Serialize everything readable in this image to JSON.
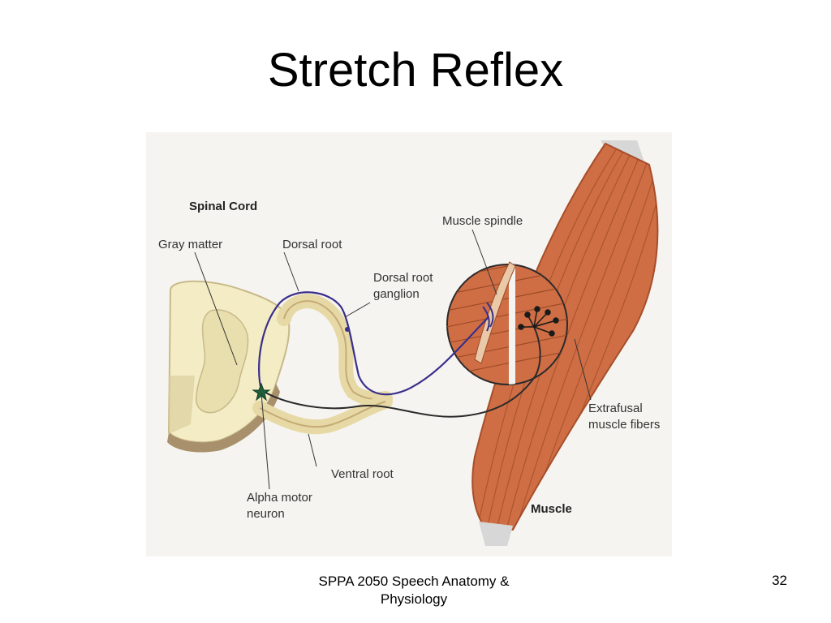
{
  "slide": {
    "title": "Stretch Reflex",
    "footer_line1": "SPPA 2050 Speech Anatomy &",
    "footer_line2": "Physiology",
    "page_number": "32"
  },
  "diagram": {
    "labels": {
      "spinal_cord": "Spinal Cord",
      "gray_matter": "Gray matter",
      "dorsal_root": "Dorsal root",
      "dorsal_root_ganglion_1": "Dorsal root",
      "dorsal_root_ganglion_2": "ganglion",
      "muscle_spindle": "Muscle spindle",
      "extrafusal_1": "Extrafusal",
      "extrafusal_2": "muscle fibers",
      "ventral_root": "Ventral root",
      "alpha_motor_1": "Alpha motor",
      "alpha_motor_2": "neuron",
      "muscle": "Muscle"
    },
    "colors": {
      "muscle": "#cf6e45",
      "spinal_cord": "#f3ecc4",
      "sensory_neuron": "#3a2f8a",
      "motor_neuron": "#2a2a2a"
    }
  }
}
